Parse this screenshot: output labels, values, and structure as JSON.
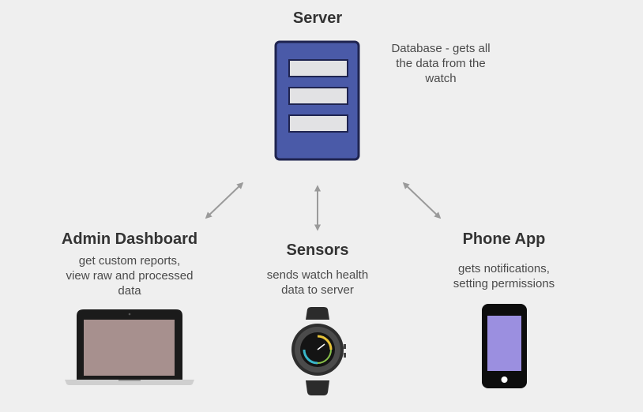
{
  "server": {
    "title": "Server",
    "description_lines": [
      "Database - gets all",
      "the data from the",
      "watch"
    ]
  },
  "admin_dashboard": {
    "title": "Admin Dashboard",
    "description_lines": [
      "get custom reports,",
      "view raw and processed",
      "data"
    ]
  },
  "sensors": {
    "title": "Sensors",
    "description_lines": [
      "sends watch health",
      "data to server"
    ]
  },
  "phone_app": {
    "title": "Phone App",
    "description_lines": [
      "gets notifications,",
      "setting permissions"
    ]
  },
  "colors": {
    "background": "#efefef",
    "server_fill": "#4a5aa8",
    "server_border": "#1f2450",
    "arrow": "#9a9a9a",
    "phone_screen": "#9b8fe0",
    "laptop_screen": "#a7908e"
  },
  "icons": [
    "server-icon",
    "laptop-icon",
    "smartwatch-icon",
    "smartphone-icon"
  ]
}
